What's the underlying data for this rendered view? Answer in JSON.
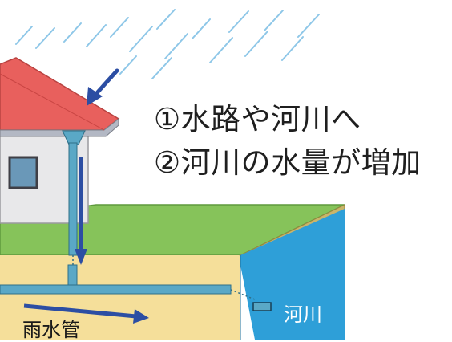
{
  "captions": {
    "line1": "①水路や河川へ",
    "line2": "②河川の水量が増加"
  },
  "labels": {
    "rain_pipe": "雨水管",
    "river": "河川"
  },
  "colors": {
    "roof": "#e8605d",
    "roof_edge": "#c94543",
    "wall": "#e8e8ea",
    "grass": "#86c35a",
    "soil": "#f5df9a",
    "river": "#2e9fd8",
    "pipe": "#5aa8c6",
    "arrow": "#2c4ea3",
    "rain": "#8ec7e8"
  }
}
